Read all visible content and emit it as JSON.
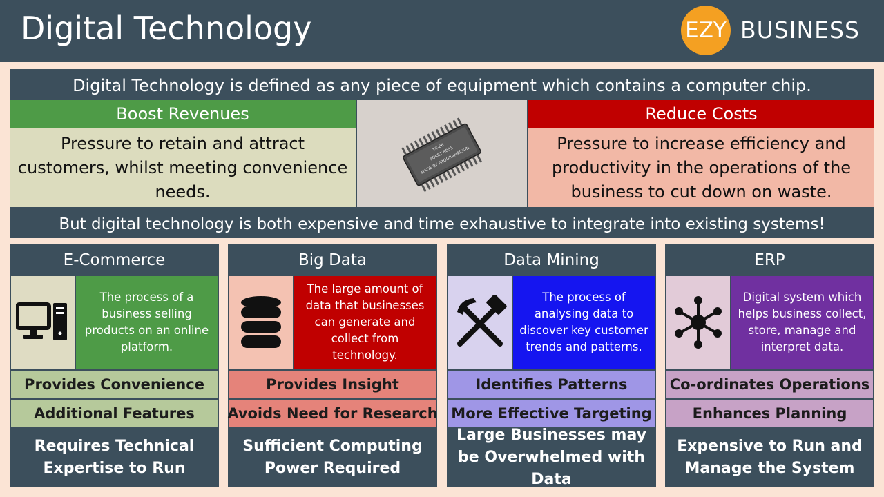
{
  "header": {
    "title": "Digital Technology",
    "logo": {
      "circle": "EZY",
      "text": "BUSINESS"
    }
  },
  "intro": {
    "definition": "Digital Technology is defined as any piece of equipment which contains a computer chip.",
    "boost": {
      "title": "Boost Revenues",
      "body": "Pressure to retain and attract customers, whilst meeting convenience needs."
    },
    "chip": {
      "labels": [
        "T-T-86",
        "POKET 8051",
        "MADE BY PROGRAMACION"
      ]
    },
    "reduce": {
      "title": "Reduce Costs",
      "body": "Pressure to increase efficiency and productivity in the operations of the business to cut down on waste."
    },
    "drawback": "But digital technology is both expensive and time exhaustive to integrate into existing systems!"
  },
  "columns": [
    {
      "title": "E-Commerce",
      "icon": "computer-icon",
      "description": "The process of a business selling products on an online platform.",
      "benefit1": "Provides Convenience",
      "benefit2": "Additional Features",
      "drawback": "Requires Technical Expertise to Run",
      "colors": {
        "icon_bg": "#dfdcc3",
        "desc_bg": "#4e9b47",
        "benefit_bg": "#b6c99b"
      }
    },
    {
      "title": "Big Data",
      "icon": "database-icon",
      "description": "The large amount of data that businesses can generate and collect from technology.",
      "benefit1": "Provides Insight",
      "benefit2": "Avoids Need for Research",
      "drawback": "Sufficient Computing Power Required",
      "colors": {
        "icon_bg": "#f4c2b2",
        "desc_bg": "#c00000",
        "benefit_bg": "#e5837a"
      }
    },
    {
      "title": "Data Mining",
      "icon": "hammer-pickaxe-icon",
      "description": "The process of analysing data to discover key customer trends and patterns.",
      "benefit1": "Identifies Patterns",
      "benefit2": "More Effective Targeting",
      "drawback": "Large Businesses may be Overwhelmed with Data",
      "colors": {
        "icon_bg": "#d8d2ee",
        "desc_bg": "#1515f0",
        "benefit_bg": "#9f96e6"
      }
    },
    {
      "title": "ERP",
      "icon": "network-hub-icon",
      "description": "Digital system which helps business collect, store, manage and interpret data.",
      "benefit1": "Co-ordinates Operations",
      "benefit2": "Enhances Planning",
      "drawback": "Expensive to Run and Manage the System",
      "colors": {
        "icon_bg": "#e2cbd8",
        "desc_bg": "#7030a0",
        "benefit_bg": "#c7a2c6"
      }
    }
  ]
}
